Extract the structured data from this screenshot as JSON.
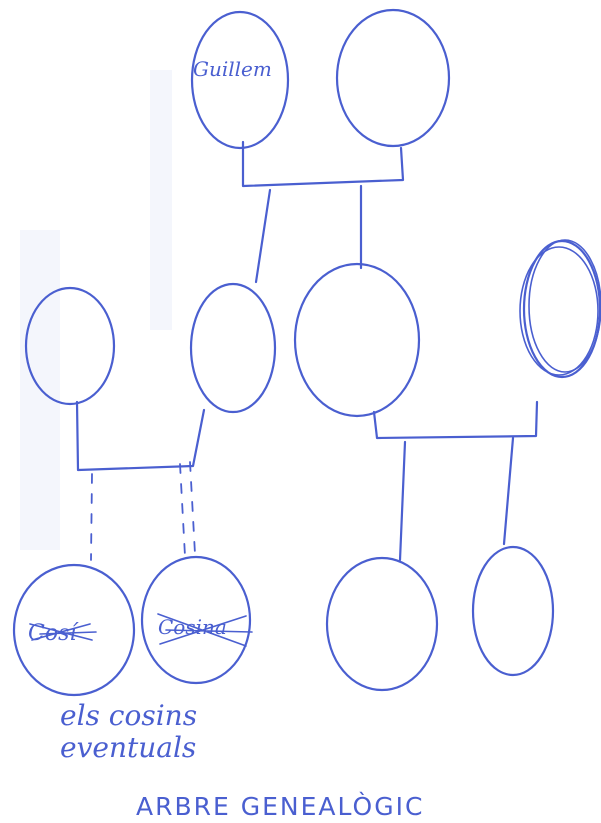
{
  "diagram": {
    "title": "ARBRE GENEALÒGIC",
    "ink_color": "#4a5fd0",
    "generations": {
      "grandparents": {
        "left": {
          "name": "Guillem"
        },
        "right": {
          "name": ""
        }
      },
      "parents": {
        "paternal_couple_left": {
          "name": ""
        },
        "paternal_couple_right": {
          "name": ""
        },
        "maternal_couple_left": {
          "name": ""
        },
        "maternal_couple_right": {
          "name": ""
        }
      },
      "children": {
        "cousin_1": {
          "name": "Cosí",
          "crossed_out": true
        },
        "cousin_2": {
          "name": "Cosina",
          "crossed_out": true
        },
        "child_3": {
          "name": ""
        },
        "child_4": {
          "name": ""
        }
      }
    },
    "annotation": "els cosins eventuals",
    "annotation_lines": [
      "els cosins",
      "eventuals"
    ]
  }
}
